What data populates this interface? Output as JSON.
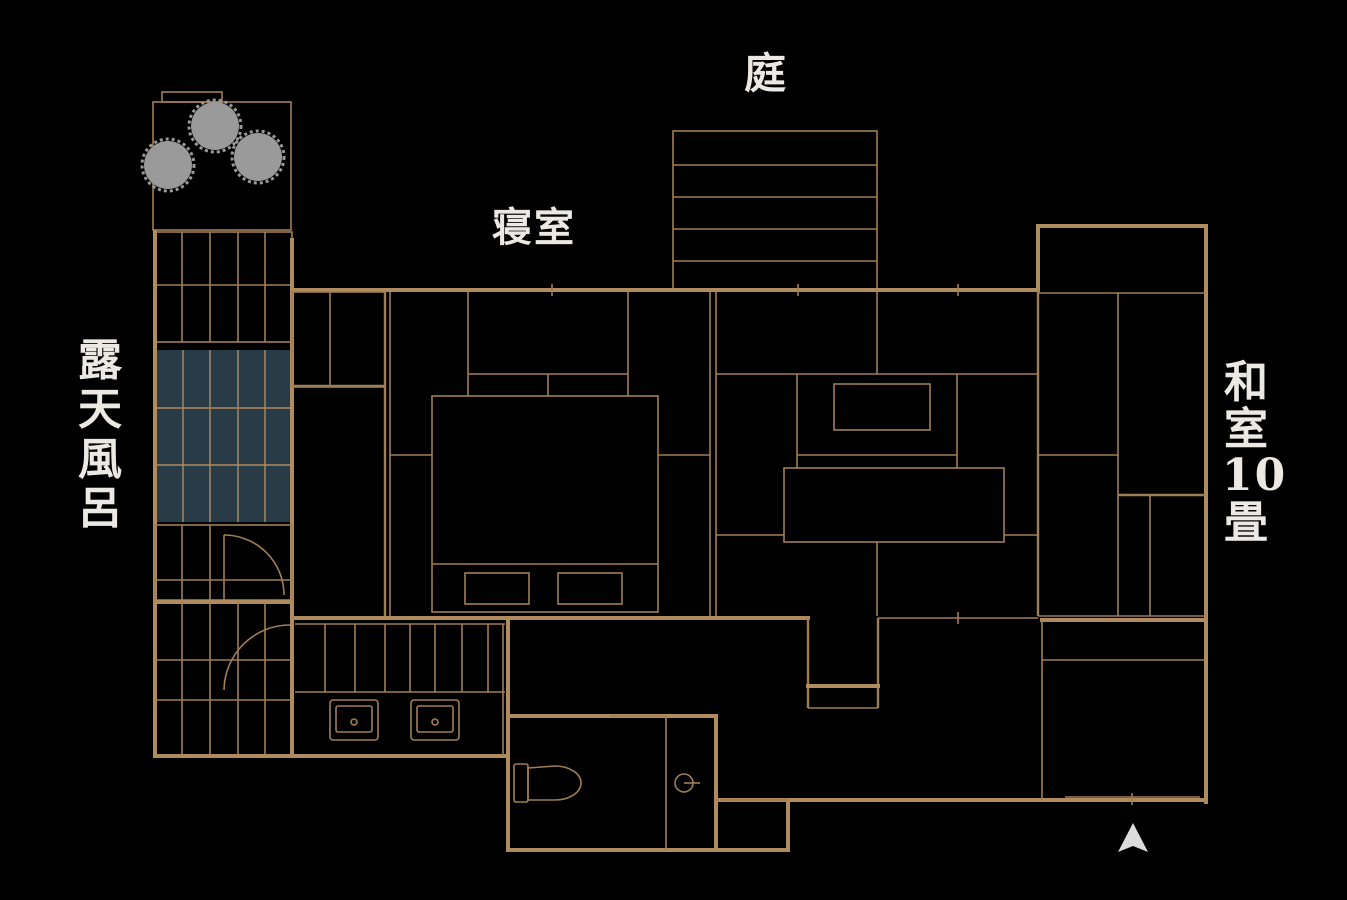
{
  "labels": {
    "garden": "庭",
    "bedroom": "寝室",
    "open_air_bath": "露\n天\n風\n呂",
    "washitsu": "和\n室\n10\n畳"
  },
  "colors": {
    "background": "#000000",
    "wall": "#b08b5e",
    "bath_water": "#2a3b48",
    "tree": "#9a9a9a",
    "text": "#ece9e4",
    "north_arrow": "#dcdcdc"
  },
  "icons": {
    "north": "north-arrow-icon",
    "tree": "tree-icon",
    "toilet": "toilet-icon",
    "sink": "sink-icon"
  }
}
